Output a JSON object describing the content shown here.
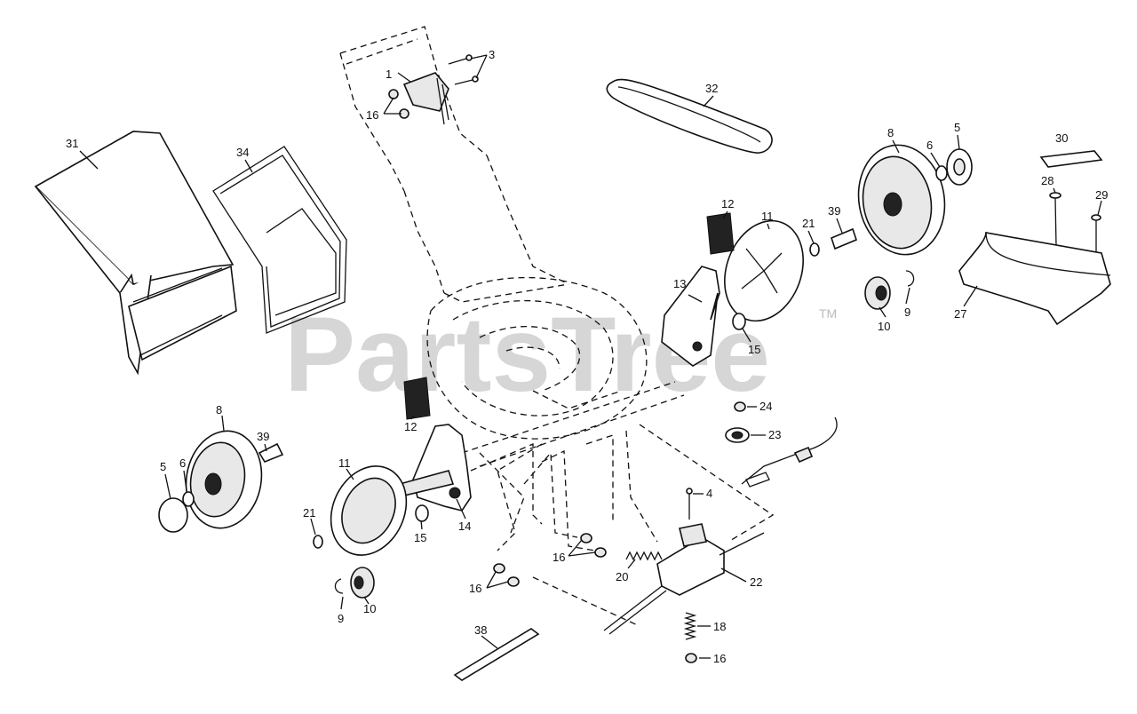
{
  "watermark": {
    "text": "PartsTree",
    "tm": "TM"
  },
  "callouts": {
    "c1": "1",
    "c3": "3",
    "c16a": "16",
    "c31": "31",
    "c34": "34",
    "c32": "32",
    "c8a": "8",
    "c6a": "6",
    "c5a": "5",
    "c30": "30",
    "c28": "28",
    "c29": "29",
    "c12a": "12",
    "c11a": "11",
    "c21a": "21",
    "c39a": "39",
    "c13": "13",
    "c15a": "15",
    "c9a": "9",
    "c10a": "10",
    "c27": "27",
    "c24": "24",
    "c23": "23",
    "c12b": "12",
    "c8b": "8",
    "c39b": "39",
    "c11b": "11",
    "c5b": "5",
    "c6b": "6",
    "c21b": "21",
    "c15b": "15",
    "c14": "14",
    "c4": "4",
    "c9b": "9",
    "c10b": "10",
    "c16b": "16",
    "c16c": "16",
    "c20": "20",
    "c22": "22",
    "c18": "18",
    "c38": "38",
    "c16d": "16"
  }
}
